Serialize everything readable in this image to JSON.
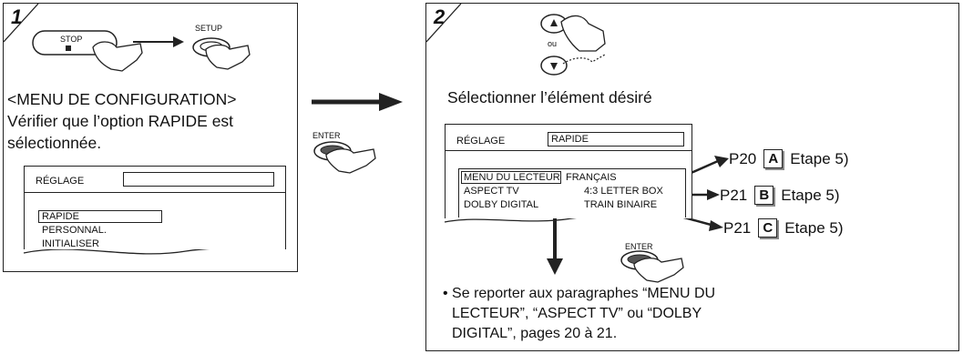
{
  "step1": {
    "number": "1",
    "stop_label": "STOP",
    "setup_label": "SETUP",
    "heading": "<MENU DE CONFIGURATION>",
    "text_line1": "Vérifier que l’option RAPIDE est",
    "text_line2": "sélectionnée.",
    "screen": {
      "title": "RÉGLAGE",
      "items": [
        "RAPIDE",
        "PERSONNAL.",
        "INITIALISER"
      ]
    }
  },
  "middle": {
    "enter_label": "ENTER"
  },
  "step2": {
    "number": "2",
    "ou_label": "ou",
    "instruction": "Sélectionner l’élément désiré",
    "screen": {
      "title": "RÉGLAGE",
      "title_value": "RAPIDE",
      "rows": [
        {
          "label": "MENU DU LECTEUR",
          "value": "FRANÇAIS"
        },
        {
          "label": "ASPECT TV",
          "value": "4:3 LETTER BOX"
        },
        {
          "label": "DOLBY DIGITAL",
          "value": "TRAIN BINAIRE"
        }
      ]
    },
    "refs": [
      {
        "page": "P20",
        "letter": "A",
        "step": "Etape 5)"
      },
      {
        "page": "P21",
        "letter": "B",
        "step": "Etape 5)"
      },
      {
        "page": "P21",
        "letter": "C",
        "step": "Etape 5)"
      }
    ],
    "enter_label": "ENTER",
    "note_line1": "• Se reporter aux paragraphes “MENU DU",
    "note_line2": "LECTEUR”, “ASPECT TV” ou “DOLBY",
    "note_line3": "DIGITAL”, pages 20 à 21."
  }
}
